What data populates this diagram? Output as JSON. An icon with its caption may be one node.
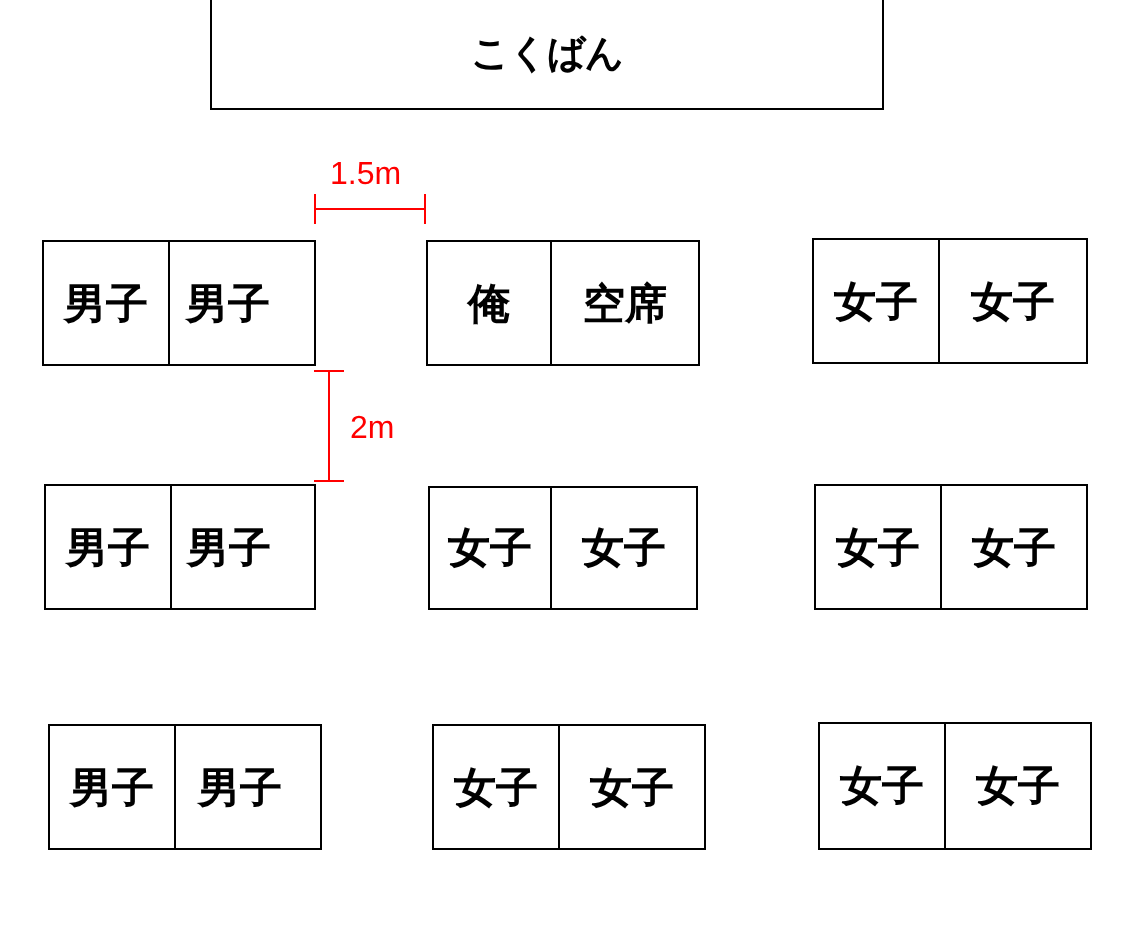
{
  "diagram": {
    "nodes": [
      {
        "text": [
          "こくばん"
        ]
      },
      {
        "text": [
          "男子"
        ]
      },
      {
        "text": [
          "男子"
        ]
      },
      {
        "text": [
          "俺"
        ]
      },
      {
        "text": [
          "空席"
        ]
      },
      {
        "text": [
          "女子"
        ]
      },
      {
        "text": [
          "女子"
        ]
      },
      {
        "text": [
          "男子"
        ]
      },
      {
        "text": [
          "男子"
        ]
      },
      {
        "text": [
          "女子"
        ]
      },
      {
        "text": [
          "女子"
        ]
      },
      {
        "text": [
          "女子"
        ]
      },
      {
        "text": [
          "女子"
        ]
      },
      {
        "text": [
          "男子"
        ]
      },
      {
        "text": [
          "男子"
        ]
      },
      {
        "text": [
          "女子"
        ]
      },
      {
        "text": [
          "女子"
        ]
      },
      {
        "text": [
          "女子"
        ]
      },
      {
        "text": [
          "女子"
        ]
      }
    ],
    "labels": [
      "1.5m",
      "2m"
    ]
  }
}
